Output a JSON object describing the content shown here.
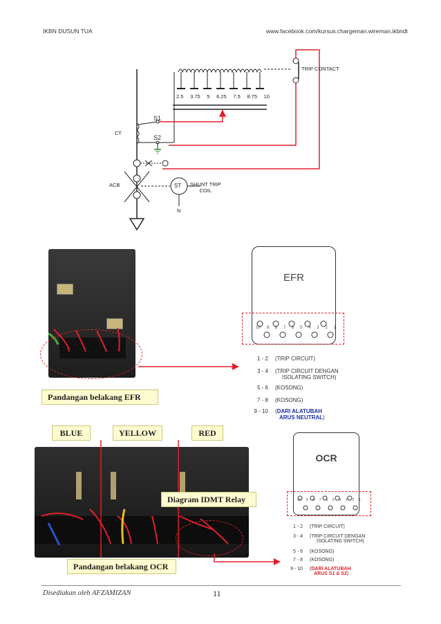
{
  "header": {
    "left": "IKBN DUSUN TUA",
    "right": "www.facebook.com/kursus.chargeman.wireman.ikbndt"
  },
  "diagram": {
    "trip_contact": "TRIP CONTACT",
    "tap_values": [
      "2.5",
      "3.75",
      "5",
      "6.25",
      "7.5",
      "8.75",
      "10"
    ],
    "s1": "S1",
    "s2": "S2",
    "ct": "CT",
    "acb": "ACB",
    "st": "ST",
    "shunt_trip_line1": "SHUNT TRIP",
    "shunt_trip_line2": "COIL",
    "neutral": "N"
  },
  "efr": {
    "title": "EFR",
    "terminals": [
      "10",
      "9",
      "8",
      "7",
      "6",
      "5",
      "4",
      "3",
      "2",
      "1"
    ],
    "caption": "Pandangan belakang EFR",
    "legend": [
      {
        "key": "1 - 2",
        "value": "(TRIP CIRCUIT)"
      },
      {
        "key": "3 - 4",
        "value": "(TRIP CIRCUIT DENGAN",
        "value2": "ISOLATING SWITCH)"
      },
      {
        "key": "5 - 6",
        "value": "(KOSONG)"
      },
      {
        "key": "7 - 8",
        "value": "(KOSONG)"
      },
      {
        "key": "9 - 10",
        "value": "(",
        "highlight": "DARI ALATUBAH",
        "highlight2": "ARUS NEUTRAL",
        "value_end": ")"
      }
    ]
  },
  "ocr": {
    "title": "OCR",
    "terminals": [
      "10",
      "9",
      "8",
      "7",
      "6",
      "5",
      "4",
      "3",
      "2",
      "1"
    ],
    "phase_blue": "BLUE",
    "phase_yellow": "YELLOW",
    "phase_red": "RED",
    "diagram_label": "Diagram IDMT Relay",
    "caption": "Pandangan belakang OCR",
    "legend": [
      {
        "key": "1 - 2",
        "value": "(TRIP CIRCUIT)"
      },
      {
        "key": "3 - 4",
        "value": "(TRIP CIRCUIT DENGAN",
        "value2": "ISOLATING SWITCH)"
      },
      {
        "key": "5 - 6",
        "value": "(KOSONG)"
      },
      {
        "key": "7 - 8",
        "value": "(KOSONG)"
      },
      {
        "key": "9 - 10",
        "value": "(",
        "highlight": "DARI ALATUBAH",
        "highlight2": "ARUS S1 & S2",
        "value_end": ")"
      }
    ]
  },
  "footer": {
    "left": "Disediakan oleh AFZAMIZAN",
    "page": "11"
  },
  "colors": {
    "red_wire": "#e0202a",
    "blue_text": "#1a2fa8",
    "red_text": "#e0202a"
  }
}
